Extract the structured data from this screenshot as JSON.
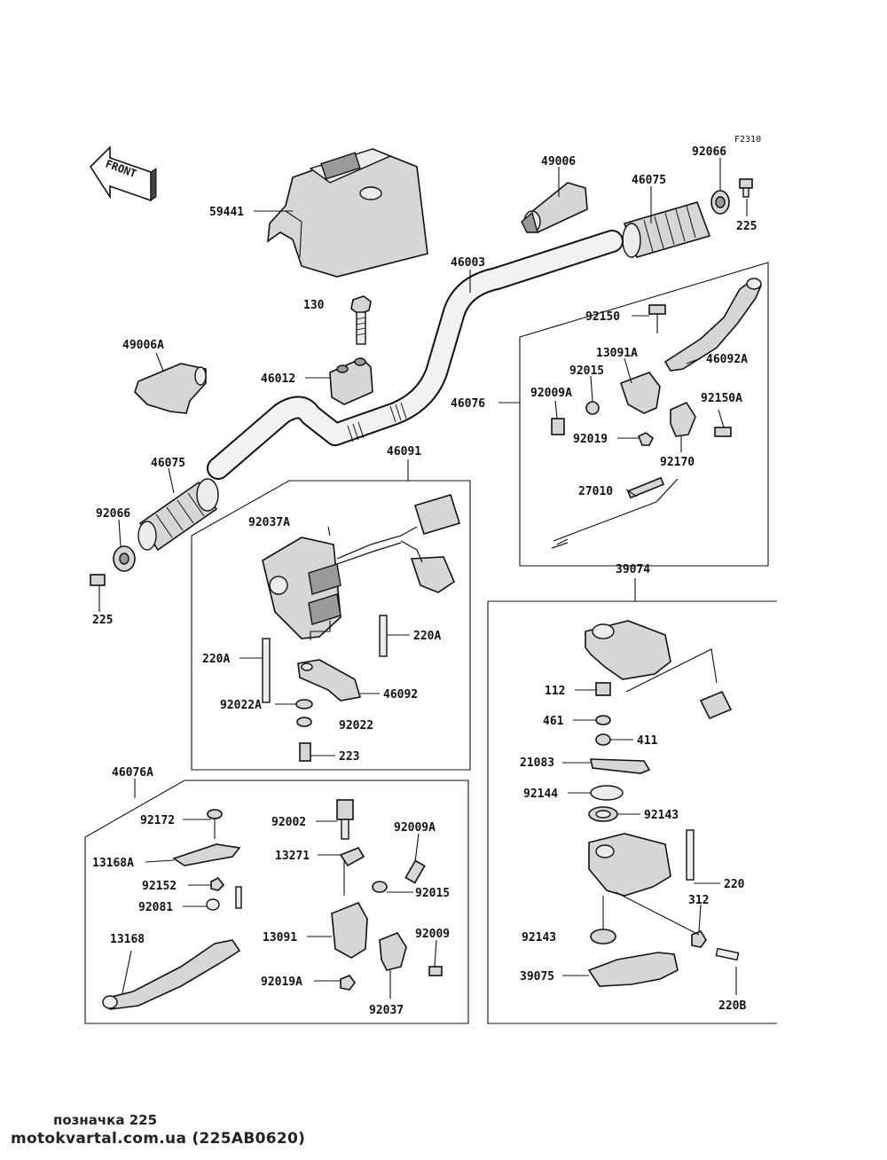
{
  "diagram": {
    "ref_code": "F2310",
    "front_label": "FRONT",
    "part_numbers": {
      "p59441": "59441",
      "p49006": "49006",
      "p46075_r": "46075",
      "p92066_r": "92066",
      "p225_r": "225",
      "p46003": "46003",
      "p130": "130",
      "p46012": "46012",
      "p49006A": "49006A",
      "p92150": "92150",
      "p13091A": "13091A",
      "p46092A": "46092A",
      "p92015_u": "92015",
      "p92009A_u": "92009A",
      "p46076": "46076",
      "p92150A": "92150A",
      "p92019": "92019",
      "p92170": "92170",
      "p27010": "27010",
      "p46075_l": "46075",
      "p92066_l": "92066",
      "p225_l": "225",
      "p46091": "46091",
      "p92037A": "92037A",
      "p220A_l": "220A",
      "p220A_r": "220A",
      "p46092": "46092",
      "p92022A": "92022A",
      "p92022": "92022",
      "p223": "223",
      "p39074": "39074",
      "p112": "112",
      "p461": "461",
      "p411": "411",
      "p21083": "21083",
      "p92144": "92144",
      "p92143_u": "92143",
      "p220": "220",
      "p312": "312",
      "p92143_l": "92143",
      "p39075": "39075",
      "p220B": "220B",
      "p46076A": "46076A",
      "p92172": "92172",
      "p13168A": "13168A",
      "p92152": "92152",
      "p92081": "92081",
      "p13168": "13168",
      "p92002": "92002",
      "p13271": "13271",
      "p92009A_l": "92009A",
      "p92015_l": "92015",
      "p13091": "13091",
      "p92009": "92009",
      "p92019A": "92019A",
      "p92037": "92037"
    }
  },
  "footer": {
    "caption": "позначка 225",
    "source": "motokvartal.com.ua (225AB0620)"
  }
}
